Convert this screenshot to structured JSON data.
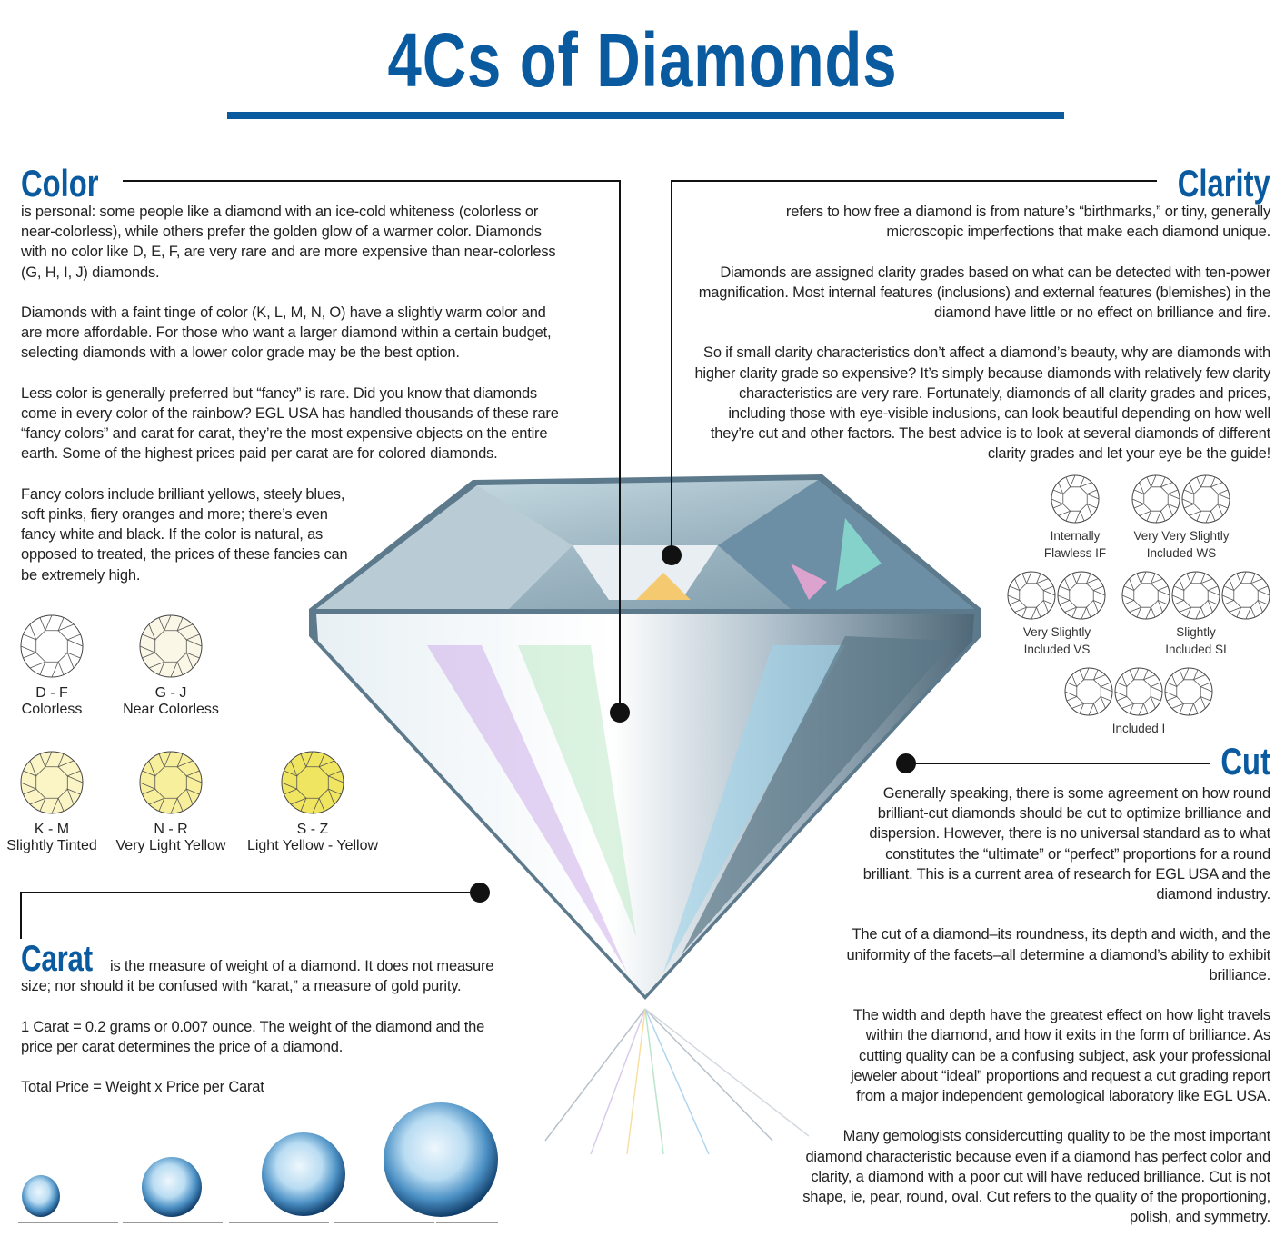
{
  "title": "4Cs of Diamonds",
  "color": {
    "heading": "Color",
    "paragraphs": [
      "is personal: some people like a diamond with an ice-cold whiteness (colorless or near-colorless), while others prefer the golden glow of a warmer color. Diamonds with no color like D, E, F, are very rare and are more expensive than near-colorless (G, H, I, J) diamonds.",
      "Diamonds with a faint tinge of color (K, L, M, N, O) have a slightly warm color and are more affordable. For those who want a larger diamond within a certain budget, selecting diamonds with a lower color grade may be the best option.",
      "Less color is generally preferred but “fancy” is rare. Did you know that diamonds come in every color of the rainbow? EGL USA has handled thousands of these rare “fancy colors” and carat for carat, they’re the most expensive objects on the entire earth. Some of the highest prices paid per carat are for colored diamonds.",
      "Fancy colors include brilliant yellows, steely blues, soft pinks, fiery oranges and more; there’s even fancy white and black. If the color is natural, as opposed to treated, the prices of these fancies can be extremely high."
    ],
    "grades": [
      {
        "range": "D - F",
        "name": "Colorless",
        "fill": "#ffffff"
      },
      {
        "range": "G - J",
        "name": "Near Colorless",
        "fill": "#fbf7e6"
      },
      {
        "range": "K - M",
        "name": "Slightly Tinted",
        "fill": "#fbf4c4"
      },
      {
        "range": "N - R",
        "name": "Very Light Yellow",
        "fill": "#f8ef9c"
      },
      {
        "range": "S - Z",
        "name": "Light Yellow - Yellow",
        "fill": "#f0e560"
      }
    ]
  },
  "clarity": {
    "heading": "Clarity",
    "paragraphs": [
      "refers to how free a diamond is from nature’s “birthmarks,” or tiny, generally microscopic imperfections that make each diamond unique.",
      "Diamonds are assigned clarity grades based on what can be detected with ten-power magnification. Most internal features (inclusions) and external features (blemishes) in the diamond have little or no effect on brilliance and fire.",
      "So if small clarity characteristics don’t affect a diamond’s beauty, why are diamonds with higher clarity grade so expensive? It’s simply because diamonds with relatively few clarity characteristics are very rare. Fortunately, diamonds of all clarity grades and prices, including those with eye-visible inclusions, can look beautiful depending on how well they’re cut and other factors. The best advice is to look at several diamonds of different clarity grades and let your eye be the guide!"
    ],
    "grades": [
      {
        "line1": "Internally",
        "line2": "Flawless IF",
        "count": 1
      },
      {
        "line1": "Very Very Slightly",
        "line2": "Included WS",
        "count": 2
      },
      {
        "line1": "Very Slightly",
        "line2": "Included VS",
        "count": 2
      },
      {
        "line1": "Slightly",
        "line2": "Included SI",
        "count": 3
      },
      {
        "line1": "Included I",
        "line2": "",
        "count": 3
      }
    ]
  },
  "cut": {
    "heading": "Cut",
    "paragraphs": [
      "Generally speaking, there is some agreement on how round brilliant-cut diamonds should be cut to optimize brilliance and dispersion. However, there is no universal standard as to what constitutes the “ultimate” or “perfect” proportions for a round brilliant. This is a current area of research for EGL USA and the diamond industry.",
      "The cut of a diamond–its roundness, its depth and width, and the uniformity of the facets–all determine a diamond’s ability to exhibit brilliance.",
      "The width and depth have the greatest effect on how light travels within the diamond, and how it exits in the form of brilliance. As cutting quality can be a confusing subject, ask your professional jeweler about “ideal” proportions and request a cut grading report from a major independent gemological laboratory like EGL USA.",
      "Many gemologists considercutting quality to be the most important diamond characteristic because even if a diamond has perfect color and clarity, a diamond with a poor cut will have reduced brilliance. Cut is not shape, ie, pear, round, oval. Cut refers to the quality of the proportioning, polish, and symmetry."
    ]
  },
  "carat": {
    "heading": "Carat",
    "intro": "is the measure of weight of a diamond. It does not measure size; nor should it be confused with “karat,” a measure of gold purity.",
    "paragraphs": [
      "1 Carat = 0.2 grams or 0.007 ounce. The weight of the diamond and the price per carat determines the price of a diamond.",
      "Total Price = Weight x Price per Carat"
    ]
  },
  "colors": {
    "brand": "#0a5aa0"
  }
}
